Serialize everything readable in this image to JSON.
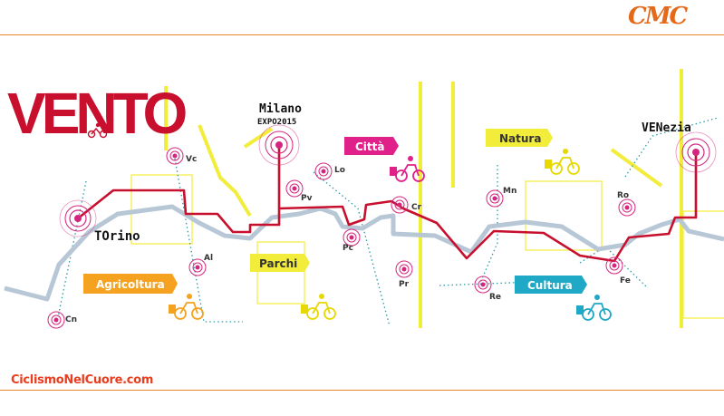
{
  "header": {
    "logo_text": "CMC"
  },
  "footer": {
    "text": "CiclismoNelCuore.com"
  },
  "brand": {
    "title": "VENTO"
  },
  "cities": {
    "torino": "TOrino",
    "milano": "Milano",
    "expo": "EXPO2015",
    "venezia": "VENezia"
  },
  "stops": {
    "vc": "Vc",
    "al": "Al",
    "cn": "Cn",
    "pv": "Pv",
    "lo": "Lo",
    "pc": "Pc",
    "cr": "Cr",
    "pr": "Pr",
    "mn": "Mn",
    "re": "Re",
    "ro": "Ro",
    "fe": "Fe"
  },
  "themes": {
    "agricoltura": "Agricoltura",
    "parchi": "Parchi",
    "citta": "Città",
    "natura": "Natura",
    "cultura": "Cultura"
  },
  "colors": {
    "route": "#c8102e",
    "river": "#b7c7d6",
    "yellow": "#f2ec3a",
    "pink": "#d4267f",
    "orange": "#f4a21f",
    "teal": "#1fa9c6",
    "magenta": "#e0218a",
    "accent": "#e8892d"
  }
}
